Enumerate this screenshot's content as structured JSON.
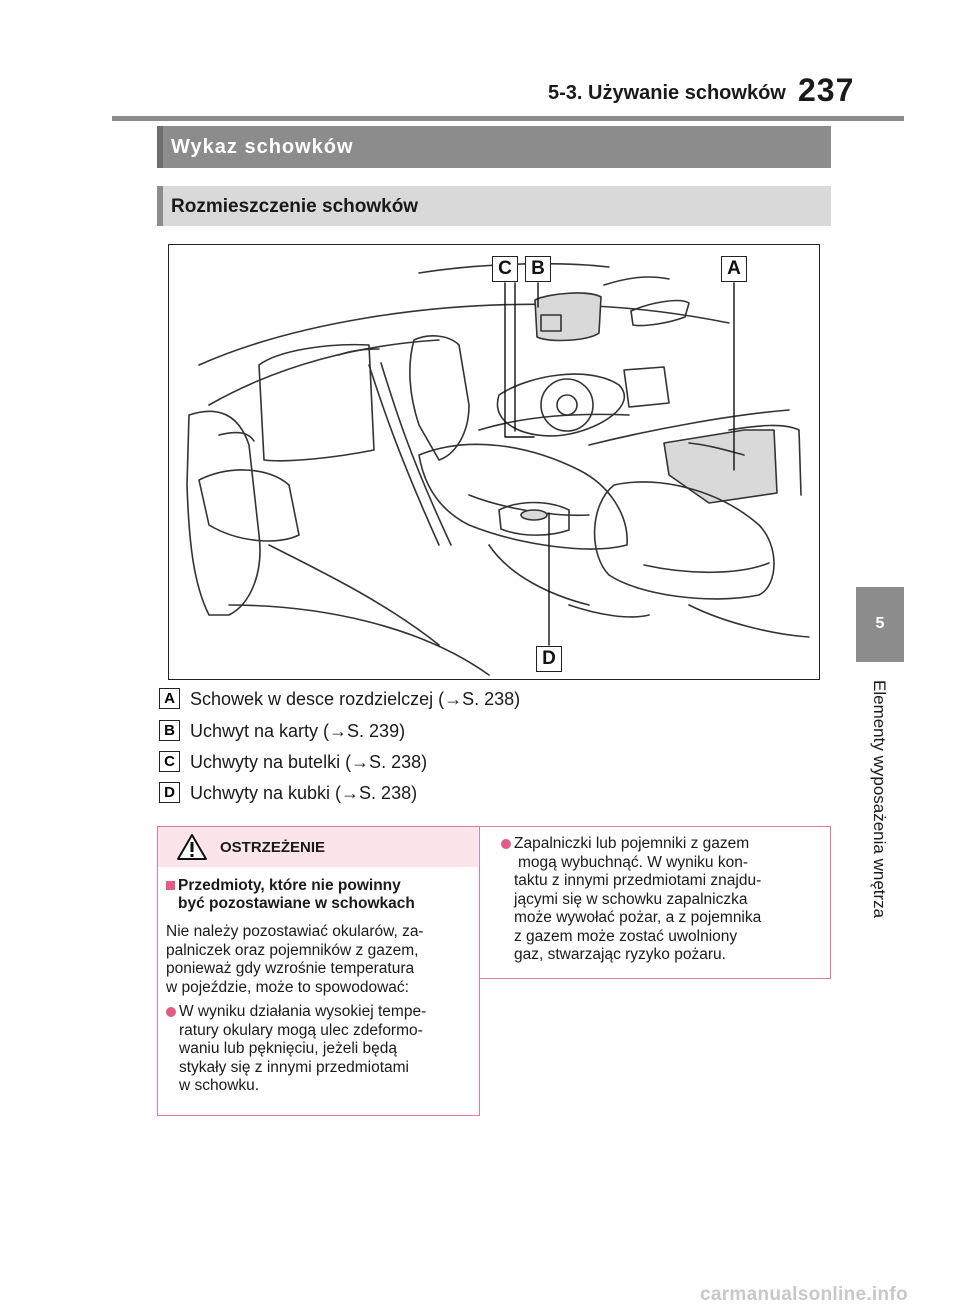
{
  "header": {
    "section": "5-3. Używanie schowków",
    "page_number": "237"
  },
  "side_tab": {
    "number": "5",
    "label": "Elementy wyposażenia wnętrza"
  },
  "section_title": "Wykaz schowków",
  "subsection_title": "Rozmieszczenie schowków",
  "illustration": {
    "callouts": [
      "A",
      "B",
      "C",
      "D"
    ]
  },
  "legend": [
    {
      "key": "A",
      "text": "Schowek w desce rozdzielczej (→S. 238)"
    },
    {
      "key": "B",
      "text": "Uchwyt na karty (→S. 239)"
    },
    {
      "key": "C",
      "text": "Uchwyty na butelki (→S. 238)"
    },
    {
      "key": "D",
      "text": "Uchwyty na kubki (→S. 238)"
    }
  ],
  "warning": {
    "title": "OSTRZEŻENIE",
    "subheading_line1": "Przedmioty, które nie powinny",
    "subheading_line2": "być pozostawiane w schowkach",
    "body": [
      "Nie należy pozostawiać okularów, za-",
      "palniczek oraz pojemników z gazem,",
      "ponieważ gdy wzrośnie temperatura",
      "w pojeździe, może to spowodować:"
    ],
    "bullet1": [
      "W wyniku działania wysokiej tempe-",
      "ratury okulary mogą ulec zdeformo-",
      "waniu lub pęknięciu, jeżeli będą",
      "stykały się z innymi przedmiotami",
      "w schowku."
    ],
    "bullet2": [
      "Zapalniczki lub pojemniki z gazem",
      "mogą wybuchnąć. W wyniku kon-",
      "taktu z innymi przedmiotami znajdu-",
      "jącymi się w schowku zapalniczka",
      "może wywołać pożar, a z pojemnika",
      "z gazem może zostać uwolniony",
      "gaz, stwarzając ryzyko pożaru."
    ]
  },
  "watermark": "carmanualsonline.info",
  "colors": {
    "header_bar": "#8c8c8c",
    "sub_bar": "#d9d9d9",
    "warning_border": "#e47a98",
    "warning_fill": "#fbe4ea",
    "warning_accent": "#e05b86"
  }
}
